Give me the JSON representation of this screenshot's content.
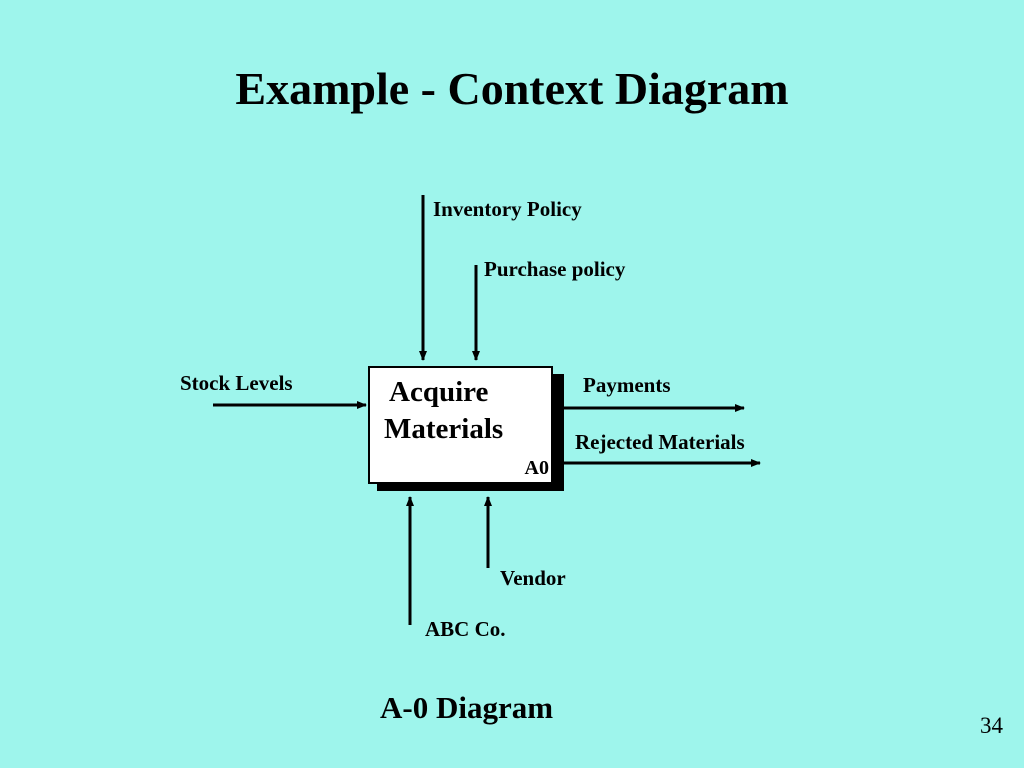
{
  "slide": {
    "title": "Example - Context Diagram",
    "caption": "A-0 Diagram",
    "page_number": "34"
  },
  "diagram": {
    "activity": {
      "line1": "Acquire",
      "line2": "Materials",
      "node_id": "A0"
    },
    "controls": [
      "Inventory Policy",
      "Purchase policy"
    ],
    "inputs": [
      "Stock Levels"
    ],
    "outputs": [
      "Payments",
      "Rejected Materials"
    ],
    "mechanisms": [
      "Vendor",
      "ABC Co."
    ]
  },
  "colors": {
    "background": "#9ef5ec",
    "box_fill": "#ffffff",
    "line": "#000000"
  }
}
